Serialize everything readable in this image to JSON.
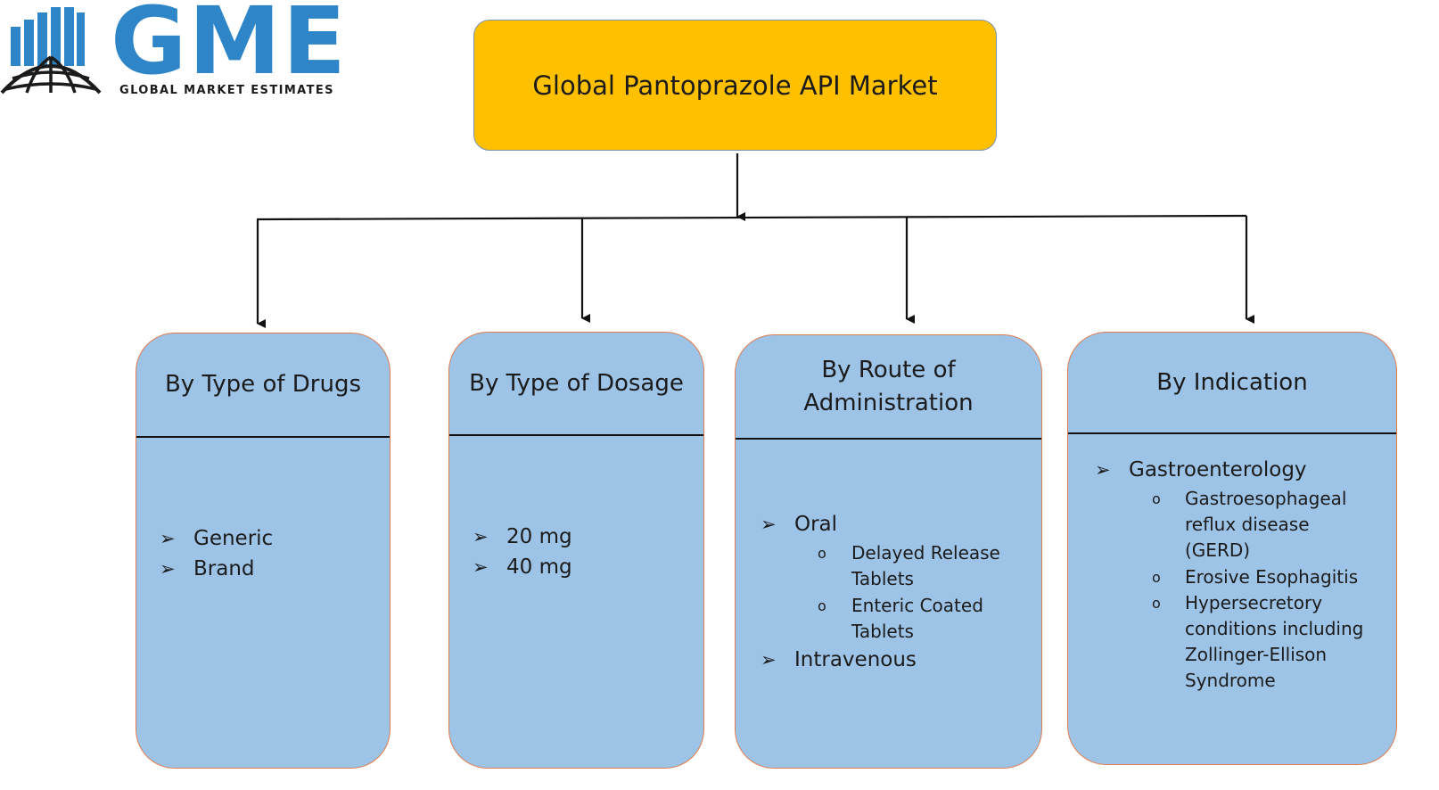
{
  "logo": {
    "word": "GME",
    "tagline": "GLOBAL MARKET ESTIMATES",
    "icon": "globe-bar-chart-icon",
    "colors": {
      "brand_blue": "#2e86c8",
      "dark": "#1b1b1b"
    }
  },
  "root": {
    "title": "Global Pantoprazole API Market",
    "color": "#ffc000"
  },
  "categories": [
    {
      "title": "By Type of Drugs",
      "items": [
        {
          "label": "Generic",
          "subitems": []
        },
        {
          "label": "Brand",
          "subitems": []
        }
      ]
    },
    {
      "title": "By Type of Dosage",
      "items": [
        {
          "label": "20 mg",
          "subitems": []
        },
        {
          "label": "40 mg",
          "subitems": []
        }
      ]
    },
    {
      "title_lines": [
        "By Route of",
        "Administration"
      ],
      "items": [
        {
          "label": "Oral",
          "subitems": [
            [
              "Delayed Release",
              "Tablets"
            ],
            [
              "Enteric Coated",
              "Tablets"
            ]
          ]
        },
        {
          "label": "Intravenous",
          "subitems": []
        }
      ]
    },
    {
      "title": "By Indication",
      "items": [
        {
          "label": "Gastroenterology",
          "subitems": [
            [
              "Gastroesophageal",
              "reflux disease",
              "(GERD)"
            ],
            [
              "Erosive Esophagitis"
            ],
            [
              "Hypersecretory",
              "conditions including",
              "Zollinger-Ellison",
              "Syndrome"
            ]
          ]
        }
      ]
    }
  ],
  "bullets": {
    "item": "➢",
    "subitem": "o"
  },
  "colors": {
    "category_fill": "#9dc3e6",
    "category_border": "#e07d4f",
    "connector": "#111111"
  }
}
